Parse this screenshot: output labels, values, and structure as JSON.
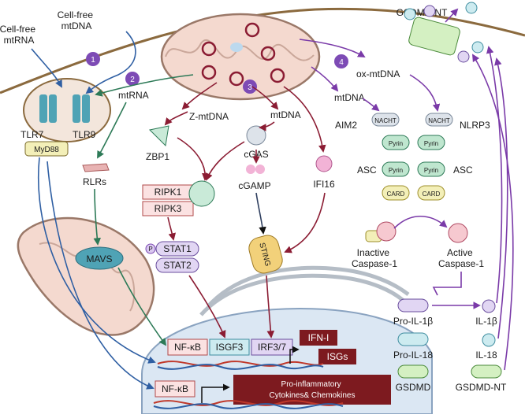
{
  "extracellular": {
    "cell_free_mtrna": [
      "Cell-free",
      "mtRNA"
    ],
    "cell_free_mtdna": [
      "Cell-free",
      "mtDNA"
    ]
  },
  "steps": [
    "1",
    "2",
    "3",
    "4"
  ],
  "receptors": {
    "tlr7": "TLR7",
    "tlr9": "TLR9",
    "myd88": "MyD88",
    "rlrs": "RLRs",
    "mavs": "MAVS"
  },
  "nucleic_acids": {
    "mtrna": "mtRNA",
    "z_mtdna": "Z-mtDNA",
    "mtdna_center": "mtDNA",
    "mtdna_right": "mtDNA",
    "ox_mtdna": "ox-mtDNA"
  },
  "sensors": {
    "zbp1": "ZBP1",
    "cgas": "cGAS",
    "cgamp": "cGAMP",
    "ifi16": "IFI16",
    "sting": "STING",
    "ripk1": "RIPK1",
    "ripk3": "RIPK3",
    "stat1": "STAT1",
    "stat2": "STAT2",
    "phospho": "P"
  },
  "inflammasome": {
    "aim2": "AIM2",
    "nlrp3": "NLRP3",
    "asc_left": "ASC",
    "asc_right": "ASC",
    "nacht": "NACHT",
    "pyrin": "Pyrin",
    "card": "CARD",
    "gsdmd_nt_pore": "GSDMD-NT",
    "inactive_caspase": [
      "Inactive",
      "Caspase-1"
    ],
    "active_caspase": [
      "Active",
      "Caspase-1"
    ]
  },
  "cytokines": {
    "pro_il1b": "Pro-IL-1β",
    "pro_il18": "Pro-IL-18",
    "gsdmd": "GSDMD",
    "il1b": "IL-1β",
    "il18": "IL-18",
    "gsdmd_nt": "GSDMD-NT"
  },
  "nucleus": {
    "nfkb_top": "NF-κB",
    "isgf3": "ISGF3",
    "irf37": "IRF3/7",
    "ifn_i": "IFN-I",
    "isgs": "ISGs",
    "nfkb_bottom": "NF-κB",
    "proinflammatory": [
      "Pro-inflammatory",
      "Cytokines& Chemokines"
    ]
  },
  "colors": {
    "membrane": "#8b6a3e",
    "mito_fill": "#f4d9cf",
    "mito_outline": "#9a7868",
    "nucleus_fill": "#dbe7f3",
    "green_arrow": "#2d7a57",
    "maroon_arrow": "#8b1c33",
    "blue_arrow": "#2f5fa3",
    "purple_arrow": "#7a3aa8",
    "step_badge": "#7d4bb5",
    "dark_red_box": "#7d1a1f",
    "teal_protein": "#4fa3b5",
    "pyrin_green": "#bfe6cf",
    "card_yellow": "#f3efb8",
    "gsdmd_pore": "#d4f0c2"
  }
}
